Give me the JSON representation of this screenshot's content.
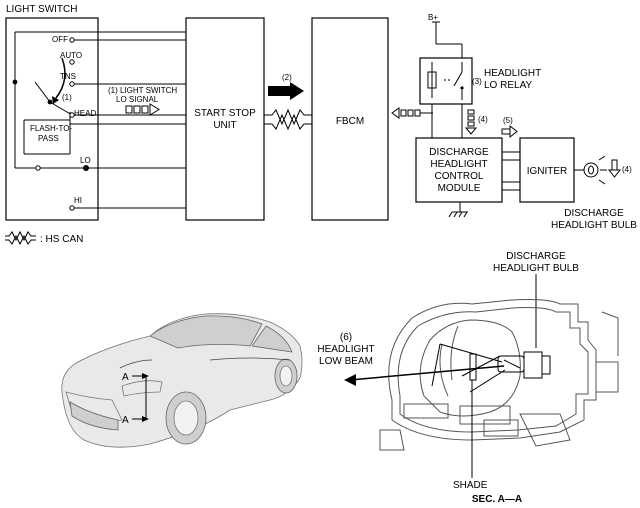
{
  "wiring": {
    "light_switch_label": "LIGHT SWITCH",
    "positions": {
      "off": "OFF",
      "auto": "AUTO",
      "tns": "TNS",
      "head": "HEAD",
      "flash_to_pass_line1": "FLASH-TO-",
      "flash_to_pass_line2": "PASS",
      "lo": "LO",
      "hi": "HI"
    },
    "switch_callout": "(1)",
    "signal_line1": "(1) LIGHT SWITCH",
    "signal_line2": "LO SIGNAL",
    "can_callout": "(2)",
    "start_stop_line1": "START STOP",
    "start_stop_line2": "UNIT",
    "fbcm": "FBCM",
    "bplus": "B+",
    "relay_callout": "(3)",
    "relay_line1": "HEADLIGHT",
    "relay_line2": "LO RELAY",
    "module_callout": "(4)",
    "module_line1": "DISCHARGE",
    "module_line2": "HEADLIGHT",
    "module_line3": "CONTROL",
    "module_line4": "MODULE",
    "igniter_callout": "(5)",
    "igniter": "IGNITER",
    "bulb_callout": "(4)",
    "bulb_line1": "DISCHARGE",
    "bulb_line2": "HEADLIGHT BULB",
    "legend_text": ": HS CAN"
  },
  "section": {
    "bulb_line1": "DISCHARGE",
    "bulb_line2": "HEADLIGHT BULB",
    "beam_callout": "(6)",
    "beam_line1": "HEADLIGHT",
    "beam_line2": "LOW BEAM",
    "shade": "SHADE",
    "sec_title": "SEC. A—A",
    "car_mark_top": "A",
    "car_mark_bottom": "A"
  }
}
